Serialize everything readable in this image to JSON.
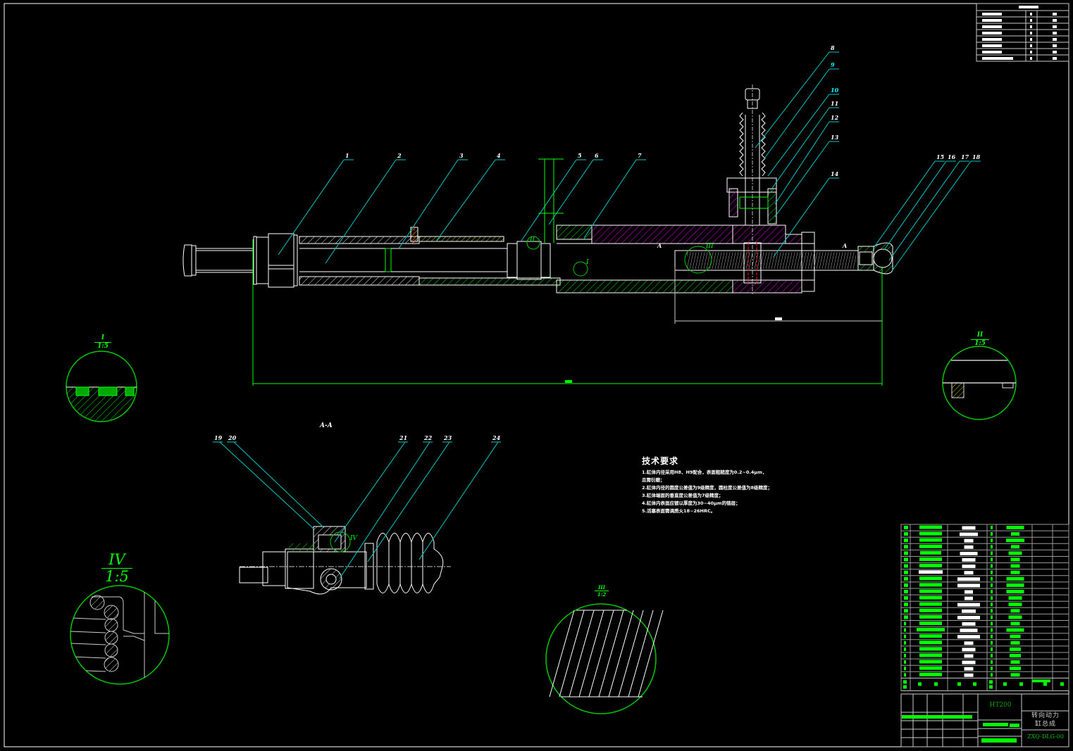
{
  "drawing": {
    "title": "转向动力缸总成",
    "title_line1": "转向动力",
    "title_line2": "缸总成",
    "drawing_number": "ZXQ-DLG-00",
    "material": "HT200",
    "colors": {
      "background": "#000000",
      "outline": "#ffffff",
      "leader": "#00c8c8",
      "dimension": "#00ff00",
      "hatch_green": "#00c800",
      "hatch_magenta": "#c800c8",
      "hatch_yellow": "#c8c800",
      "centerline_red": "#ff0000",
      "title_green": "#00a000"
    }
  },
  "main_view": {
    "part_labels": [
      "1",
      "2",
      "3",
      "4",
      "5",
      "6",
      "7",
      "8",
      "9",
      "10",
      "11",
      "12",
      "13",
      "14",
      "15",
      "16",
      "17",
      "18"
    ],
    "detail_markers": [
      "I",
      "II",
      "III"
    ],
    "section_marker": "A"
  },
  "section_view": {
    "title": "A-A",
    "part_labels": [
      "19",
      "20",
      "21",
      "22",
      "23",
      "24"
    ],
    "detail_marker": "IV"
  },
  "details": [
    {
      "id": "I",
      "scale": "1:5"
    },
    {
      "id": "II",
      "scale": "1:5"
    },
    {
      "id": "III",
      "scale": "1:2"
    },
    {
      "id": "IV",
      "scale": "1:5"
    }
  ],
  "technical_requirements": {
    "title": "技术要求",
    "lines": [
      "1.缸体内径采用H8、H9配合，表面粗糙度为0.2~0.4μm，",
      "且需衍磨；",
      "2.缸体内径的圆度公差值为9级精度，圆柱度公差值为8级精度；",
      "3.缸体端面的垂直度公差值为7级精度；",
      "4.缸体内表面应镀以厚度为30~40μm的铬层；",
      "5.活塞表面需调质火18~26HRC。"
    ]
  },
  "title_block": {
    "material": "HT200",
    "name_line1": "转向动力",
    "name_line2": "缸总成",
    "number": "ZXQ-DLG-00"
  },
  "parts_list": {
    "row_count": 24
  },
  "revision_table": {
    "row_count": 8
  }
}
